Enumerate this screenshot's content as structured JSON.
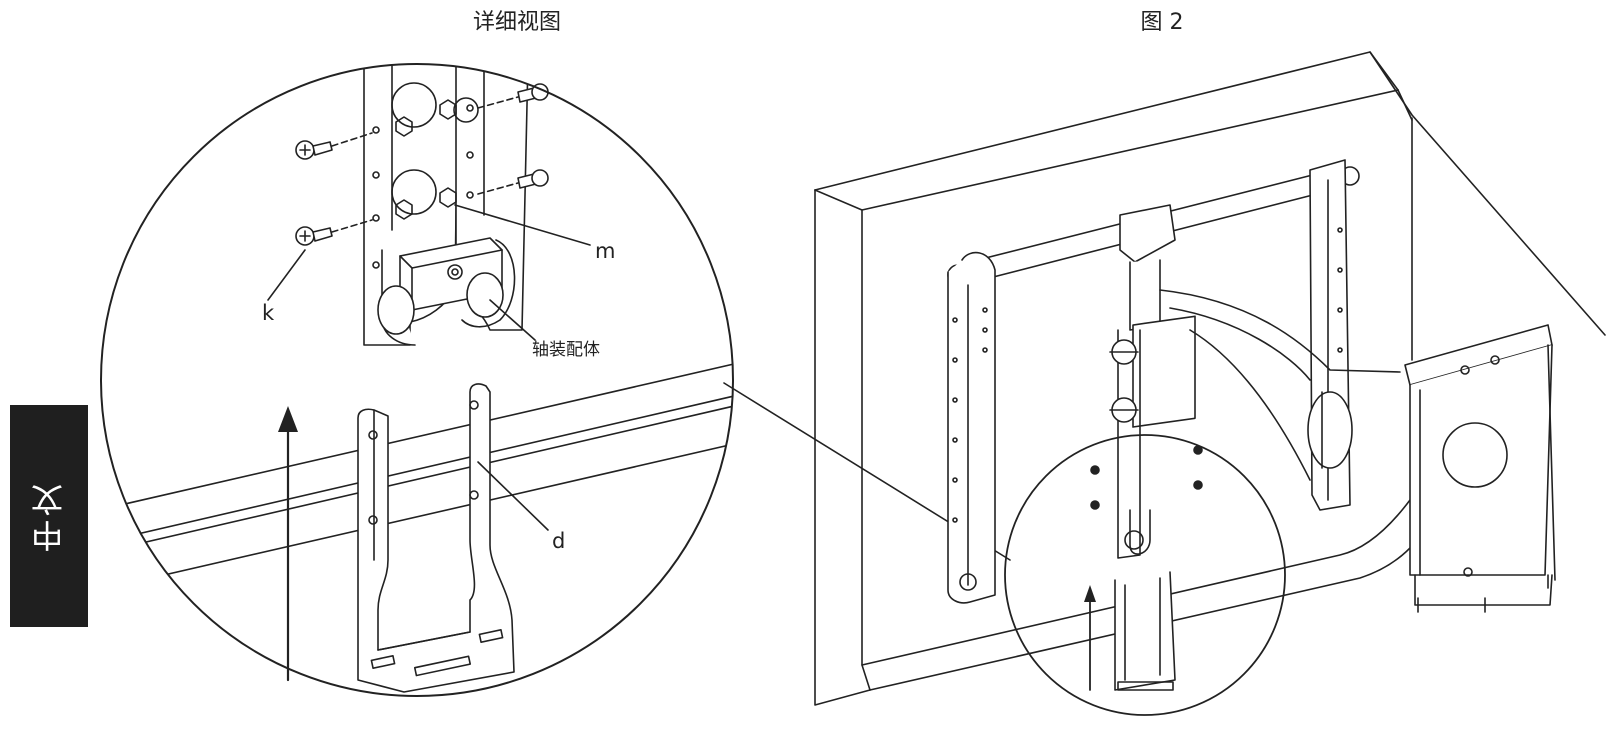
{
  "titles": {
    "detail_view": "详细视图",
    "figure": "图 2"
  },
  "callouts": {
    "k": "k",
    "m": "m",
    "d": "d",
    "axle_assembly": "轴装配体"
  },
  "language_tab": "中文",
  "colors": {
    "line": "#222222",
    "tab_bg": "#1f1f1f",
    "tab_text": "#ffffff"
  }
}
